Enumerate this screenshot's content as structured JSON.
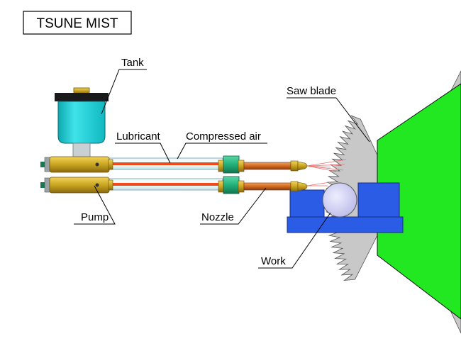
{
  "title": "TSUNE MIST",
  "labels": {
    "tank": "Tank",
    "saw_blade": "Saw blade",
    "lubricant": "Lubricant",
    "compressed_air": "Compressed air",
    "pump": "Pump",
    "nozzle": "Nozzle",
    "work": "Work"
  },
  "colors": {
    "tank_body": "#1ccfd6",
    "tank_cap": "#1a1a1a",
    "gold": "#c9a520",
    "connector": "#22b07a",
    "lubricant_line": "#f04a1a",
    "nozzle_pipe": "#d2691e",
    "saw_blade": "#c8c8c8",
    "machine": "#22e822",
    "work_block": "#2a5ce6",
    "workpiece": "#c8c8f0"
  }
}
